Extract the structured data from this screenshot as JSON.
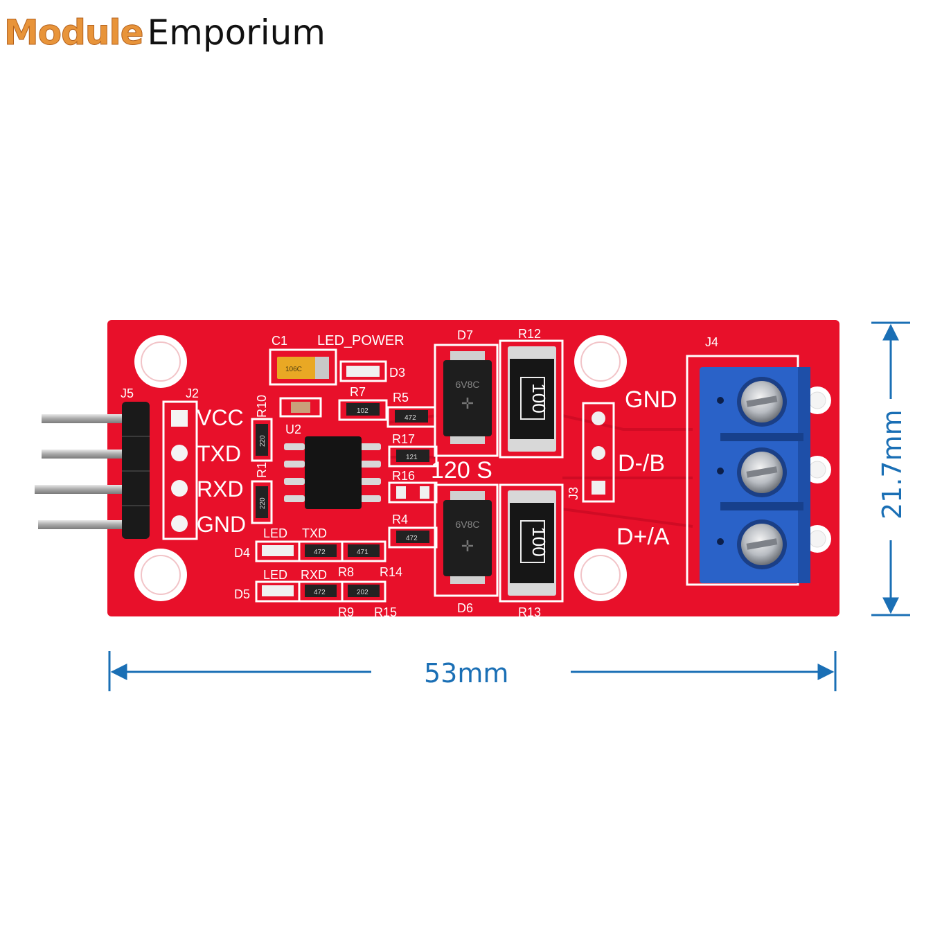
{
  "brand": {
    "module": "Module",
    "emporium": "Emporium"
  },
  "dimensions": {
    "width": "53mm",
    "height": "21.7mm"
  },
  "colors": {
    "pcb": "#e8102a",
    "silkscreen": "#ffffff",
    "terminal": "#2a62c8",
    "dimension": "#1a6fb5",
    "logo_orange": "#e8943a"
  },
  "silkscreen": {
    "j5": "J5",
    "j2": "J2",
    "c1": "C1",
    "led_power": "LED_POWER",
    "d3": "D3",
    "d7": "D7",
    "r12": "R12",
    "j4": "J4",
    "r10": "R10",
    "r7": "R7",
    "r5": "R5",
    "u2": "U2",
    "r17": "R17",
    "r1": "R1",
    "r16": "R16",
    "r4": "R4",
    "txd_label": "TXD",
    "rxd_label": "RXD",
    "led1": "LED",
    "led2": "LED",
    "r8": "R8",
    "r14": "R14",
    "d4": "D4",
    "d5": "D5",
    "r9": "R9",
    "r15": "R15",
    "d6": "D6",
    "r13": "R13",
    "j3": "J3",
    "s120": "120 S",
    "vcc": "VCC",
    "txd": "TXD",
    "rxd": "RXD",
    "gnd": "GND",
    "gnd_right": "GND",
    "db": "D-/B",
    "da": "D+/A"
  },
  "component_marks": {
    "r12_value": "100",
    "r13_value": "100",
    "d7_mark": "6V8C",
    "d6_mark": "6V8C",
    "r5_val": "472",
    "r7_val": "102",
    "r17_val": "121",
    "r4_val": "472",
    "r10_val": "220",
    "r1_val": "220",
    "r_txd1": "472",
    "r_txd2": "471",
    "r_rxd1": "472",
    "r_rxd2": "202",
    "c1_mark": "106C"
  }
}
